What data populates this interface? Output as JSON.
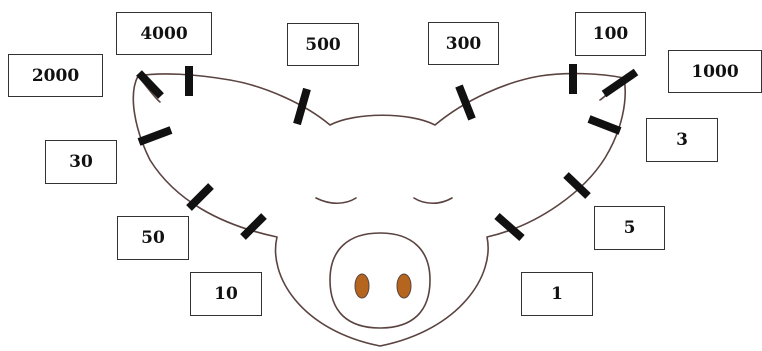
{
  "colors": {
    "outline": "#5a4340",
    "tick": "#111111",
    "nostril": "#b5651d",
    "box_border": "#333333"
  },
  "labels": {
    "l4000": "4000",
    "l500": "500",
    "l300": "300",
    "l100": "100",
    "l2000": "2000",
    "l1000": "1000",
    "l30": "30",
    "l3": "3",
    "l50": "50",
    "l5": "5",
    "l10": "10",
    "l1": "1"
  }
}
